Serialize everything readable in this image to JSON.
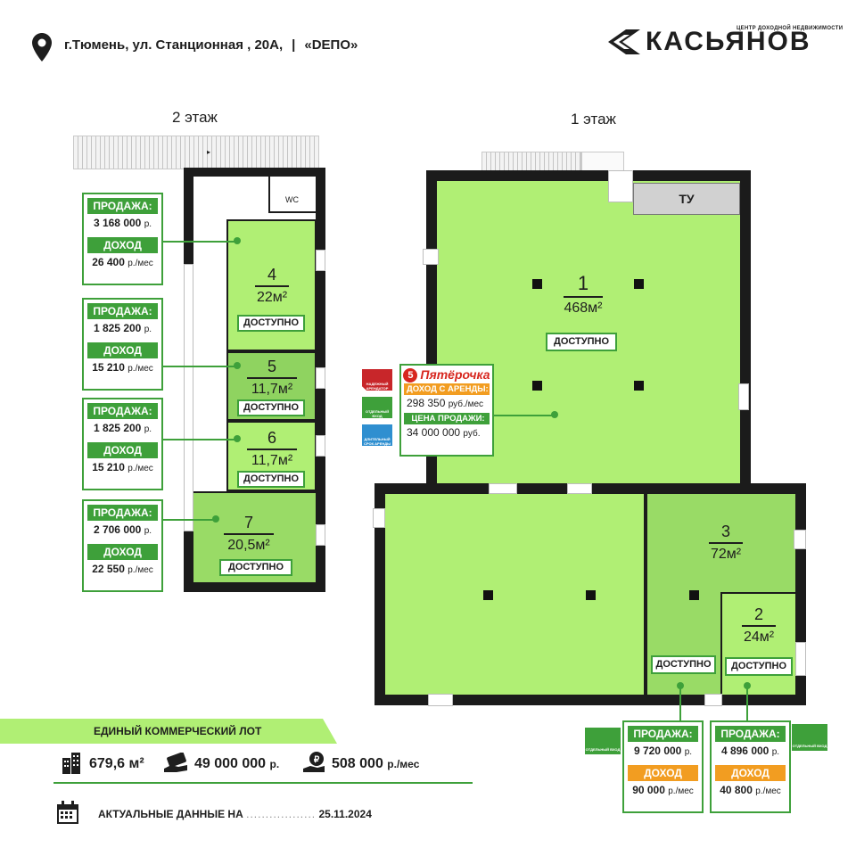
{
  "header": {
    "address": "г.Тюмень, ул. Станционная , 20А,",
    "separator": "|",
    "building": "«DEПО»",
    "logo_tagline": "ЦЕНТР ДОХОДНОЙ НЕДВИЖИМОСТИ",
    "logo_name": "КАСЬЯНОВ"
  },
  "floors": {
    "second": {
      "title": "2 этаж",
      "wc": "WC"
    },
    "first": {
      "title": "1 этаж",
      "tu": "ТУ"
    }
  },
  "rooms": [
    {
      "number": "4",
      "area": "22м²",
      "status": "ДОСТУПНО"
    },
    {
      "number": "5",
      "area": "11,7м²",
      "status": "ДОСТУПНО"
    },
    {
      "number": "6",
      "area": "11,7м²",
      "status": "ДОСТУПНО"
    },
    {
      "number": "7",
      "area": "20,5м²",
      "status": "ДОСТУПНО"
    },
    {
      "number": "1",
      "area": "468м²",
      "status": "ДОСТУПНО"
    },
    {
      "number": "3",
      "area": "72м²",
      "status": "ДОСТУПНО"
    },
    {
      "number": "2",
      "area": "24м²",
      "status": "ДОСТУПНО"
    }
  ],
  "cards": [
    {
      "sale_label": "ПРОДАЖА:",
      "sale_value": "3 168 000",
      "sale_unit": "р.",
      "income_label": "ДОХОД",
      "income_value": "26 400",
      "income_unit": "р./мес"
    },
    {
      "sale_label": "ПРОДАЖА:",
      "sale_value": "1 825 200",
      "sale_unit": "р.",
      "income_label": "ДОХОД",
      "income_value": "15 210",
      "income_unit": "р./мес"
    },
    {
      "sale_label": "ПРОДАЖА:",
      "sale_value": "1 825 200",
      "sale_unit": "р.",
      "income_label": "ДОХОД",
      "income_value": "15 210",
      "income_unit": "р./мес"
    },
    {
      "sale_label": "ПРОДАЖА:",
      "sale_value": "2 706 000",
      "sale_unit": "р.",
      "income_label": "ДОХОД",
      "income_value": "22 550",
      "income_unit": "р./мес"
    },
    {
      "sale_label": "ПРОДАЖА:",
      "sale_value": "9 720 000",
      "sale_unit": "р.",
      "income_label": "ДОХОД",
      "income_value": "90 000",
      "income_unit": "р./мес"
    },
    {
      "sale_label": "ПРОДАЖА:",
      "sale_value": "4 896 000",
      "sale_unit": "р.",
      "income_label": "ДОХОД",
      "income_value": "40 800",
      "income_unit": "р./мес"
    }
  ],
  "tenant": {
    "brand": "Пятёрочка",
    "brand_mark": "5",
    "rent_label": "ДОХОД С АРЕНДЫ:",
    "rent_value": "298 350",
    "rent_unit": "руб./мес",
    "price_label": "ЦЕНА ПРОДАЖИ:",
    "price_value": "34 000 000",
    "price_unit": "руб.",
    "icons": [
      "НАДЕЖНЫЙ АРЕНДАТОР",
      "ОТДЕЛЬНЫЙ ВХОД",
      "ДЛИТЕЛЬНЫЙ СРОК АРЕНДЫ"
    ]
  },
  "entrance_tags": [
    "ОТДЕЛЬНЫЙ ВХОД",
    "ОТДЕЛЬНЫЙ ВХОД"
  ],
  "summary": {
    "lot_label": "ЕДИНЫЙ КОММЕРЧЕСКИЙ ЛОТ",
    "area": "679,6 м²",
    "price_value": "49 000 000",
    "price_unit": "р.",
    "income_value": "508 000",
    "income_unit": "р./мес",
    "actual_label": "АКТУАЛЬНЫЕ ДАННЫЕ НА",
    "actual_dots": "..................",
    "actual_date": "25.11.2024"
  },
  "colors": {
    "room_green": "#b0ef74",
    "room_dark_green": "#8fd360",
    "accent_green": "#3ea03a",
    "income_orange": "#f29d21",
    "brand_red": "#d7271f",
    "wall": "#1b1b1b"
  }
}
